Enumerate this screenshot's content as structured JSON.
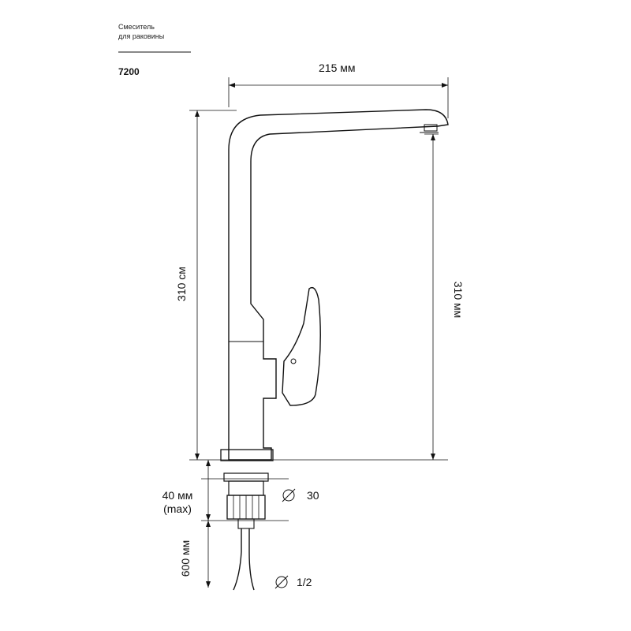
{
  "header": {
    "title_line1": "Смеситель",
    "title_line2": "для раковины",
    "model": "7200"
  },
  "dimensions": {
    "width": "215 мм",
    "height_left": "310 см",
    "height_right": "310 мм",
    "mount_depth_line1": "40 мм",
    "mount_depth_line2": "(max)",
    "hose_length": "600 мм",
    "hole_diameter": "30",
    "thread_size": "1/2"
  }
}
